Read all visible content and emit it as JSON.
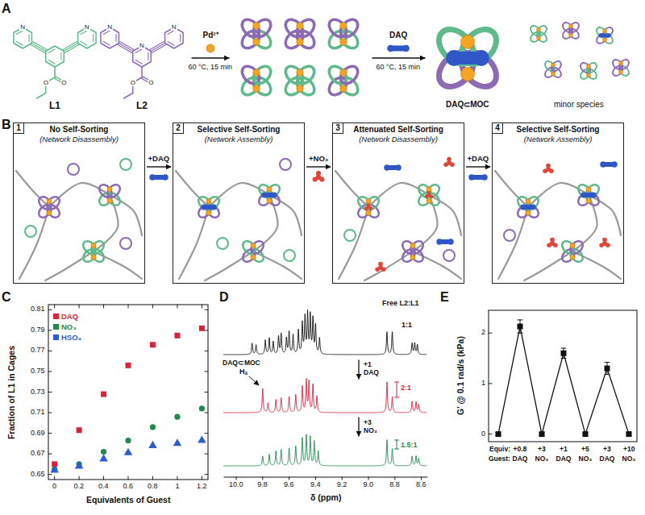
{
  "diagram": {
    "nodes": [
      {
        "text": [
          "1",
          "No Self-Sorting",
          "(Network Disassembly)"
        ]
      },
      {
        "text": [
          "2",
          "Selective Self-Sorting",
          "(Network Assembly)"
        ]
      },
      {
        "text": [
          "3",
          "Attenuated Self-Sorting",
          "(Network Disassembly)"
        ]
      },
      {
        "text": [
          "4",
          "Selective Self-Sorting",
          "(Network Assembly)"
        ]
      }
    ],
    "edges": [
      {
        "from": 0,
        "to": 1,
        "arrow": "to",
        "label": "+DAQ"
      },
      {
        "from": 1,
        "to": 2,
        "arrow": "to",
        "label": "+NO₃"
      },
      {
        "from": 2,
        "to": 3,
        "arrow": "to",
        "label": "+DAQ"
      }
    ],
    "labels": [
      "A",
      "L1",
      "L2",
      "Pd²⁺",
      "60 °C, 15 min",
      "DAQ",
      "60 °C, 15 min",
      "DAQ⊂MOC",
      "minor species",
      "N",
      "N",
      "O",
      "O",
      "N",
      "N",
      "N",
      "O",
      "O",
      "B",
      "C",
      "Fraction of L1 in Cages",
      "0.65",
      "0.67",
      "0.69",
      "0.71",
      "0.73",
      "0.75",
      "0.77",
      "0.79",
      "0.81",
      "0",
      "0.2",
      "0.4",
      "0.6",
      "0.8",
      "1",
      "1.2",
      "Equivalents of Guest",
      "D",
      "Free L2:L1",
      "1:1",
      "DAQ⊂MOC",
      "Hₐ",
      "+1 DAQ",
      "2:1",
      "+3 NO₃",
      "1.5:1",
      "10.0",
      "9.8",
      "9.6",
      "9.4",
      "9.2",
      "9.0",
      "8.8",
      "8.6",
      "δ (ppm)",
      "E",
      "G′ @ 0.1 rad/s (kPa)",
      "0",
      "1",
      "2",
      "Equiv:",
      "Guest:",
      "+0.8",
      "DAQ",
      "+3",
      "NO₃",
      "+1",
      "DAQ",
      "+5",
      "NO₃",
      "+3",
      "DAQ",
      "+10",
      "NO₃"
    ],
    "legend": [
      {
        "text": "DAQ",
        "color": "#d9233c"
      },
      {
        "text": "NO₃",
        "color": "#1f8a4c"
      },
      {
        "text": "HSO₄",
        "color": "#2d5bd0"
      }
    ]
  }
}
